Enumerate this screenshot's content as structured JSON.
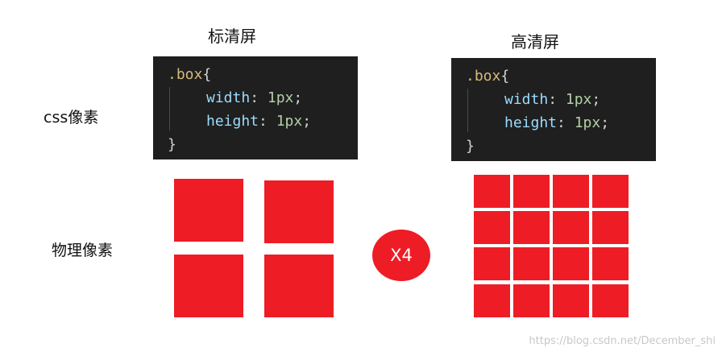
{
  "titles": {
    "standard": "标清屏",
    "high": "高清屏"
  },
  "labels": {
    "css_pixels": "css像素",
    "physical_pixels": "物理像素"
  },
  "code": {
    "line1_selector": ".box",
    "line1_brace": "{",
    "line2_prop": "width",
    "line2_colon": ": ",
    "line2_value": "1px",
    "line2_semi": ";",
    "line3_prop": "height",
    "line3_colon": ": ",
    "line3_value": "1px",
    "line3_semi": ";",
    "line4_brace": "}"
  },
  "multiplier": "X4",
  "watermark": "https://blog.csdn.net/December_shi",
  "colors": {
    "pixel_red": "#ee1c25",
    "code_bg": "#1f1f1f"
  }
}
